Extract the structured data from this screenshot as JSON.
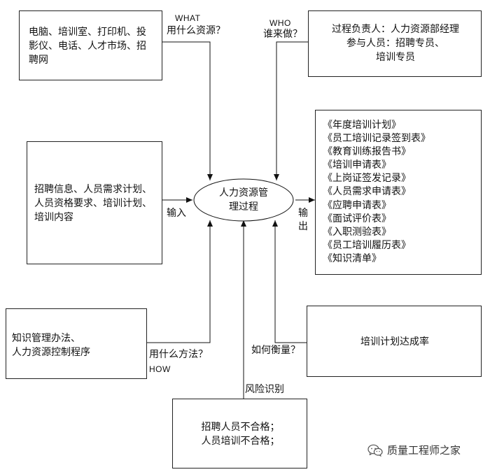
{
  "center": {
    "line1": "人力资源管",
    "line2": "理过程"
  },
  "resources": {
    "text": "电脑、培训室、打印机、投\n影仪、电话、人才市场、招\n聘网"
  },
  "inputs": {
    "text": "招聘信息、人员需求计划、\n人员资格要求、培训计划、\n培训内容"
  },
  "methods": {
    "text": "知识管理办法、\n人力资源控制程序"
  },
  "owner": {
    "text": "过程负责人：人力资源部经理\n参与人员：招聘专员、\n培训专员"
  },
  "outputs": {
    "items": [
      "《年度培训计划》",
      "《员工培训记录签到表》",
      "《教育训练报告书》",
      "《培训申请表》",
      "《上岗证签发记录》",
      "《人员需求申请表》",
      "《应聘申请表》",
      "《面试评价表》",
      "《入职测验表》",
      "《员工培训履历表》",
      "《知识清单》"
    ]
  },
  "measure": {
    "text": "培训计划达成率"
  },
  "risk": {
    "text": "招聘人员不合格；\n人员培训不合格；"
  },
  "labels": {
    "what_en": "WHAT",
    "what_cn": "用什么资源？",
    "who_en": "WHO",
    "who_cn": "谁来做？",
    "input": "输入",
    "output_1": "输",
    "output_2": "出",
    "how_cn": "用什么方法？",
    "how_en": "HOW",
    "measure_q": "如何衡量？",
    "risk_label": "风险识别"
  },
  "watermark": {
    "text": "质量工程师之家",
    "icon": "wechat-icon"
  }
}
